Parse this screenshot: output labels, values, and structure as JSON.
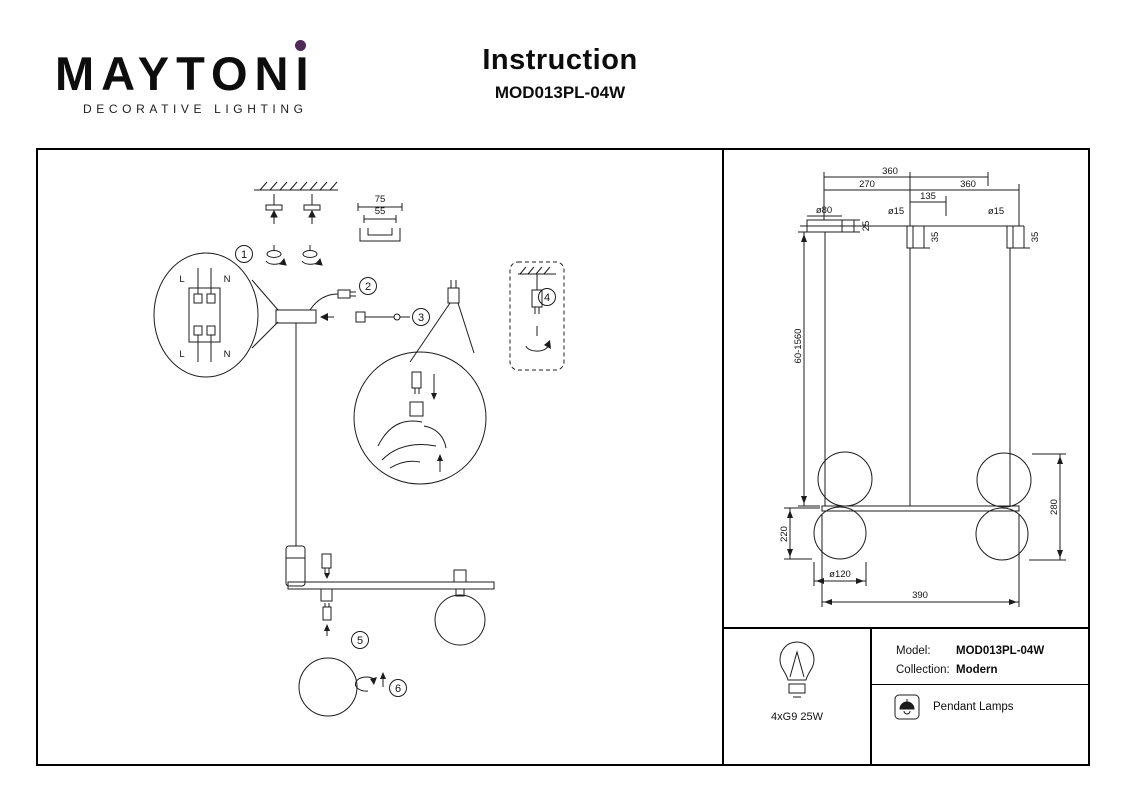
{
  "header": {
    "brand": "MAYTONI",
    "brand_tagline": "DECORATIVE LIGHTING",
    "doc_title": "Instruction",
    "model": "MOD013PL-04W"
  },
  "colors": {
    "accent_purple": "#4f2a56",
    "line": "#1c1c1c"
  },
  "steps": {
    "s1": "1",
    "s2": "2",
    "s3": "3",
    "s4": "4",
    "s5": "5",
    "s6": "6"
  },
  "assembly_dims": {
    "d75": "75",
    "d55": "55"
  },
  "wiring": {
    "l": "L",
    "n": "N"
  },
  "dim_drawing": {
    "w360a": "360",
    "w360b": "360",
    "w270": "270",
    "w135": "135",
    "dia80": "ø80",
    "dia15a": "ø15",
    "dia15b": "ø15",
    "h25": "25",
    "h35a": "35",
    "h35b": "35",
    "drop": "60-1560",
    "h220": "220",
    "h280": "280",
    "dia120": "ø120",
    "w390": "390"
  },
  "spec": {
    "lamp": "4xG9 25W",
    "model_label": "Model:",
    "model_value": "MOD013PL-04W",
    "collection_label": "Collection:",
    "collection_value": "Modern",
    "category": "Pendant Lamps"
  },
  "icons": {
    "bulb_icon": "g9-bulb-outline",
    "pendant_icon": "pendant-lamp",
    "logo_dot": "purple-dot"
  }
}
